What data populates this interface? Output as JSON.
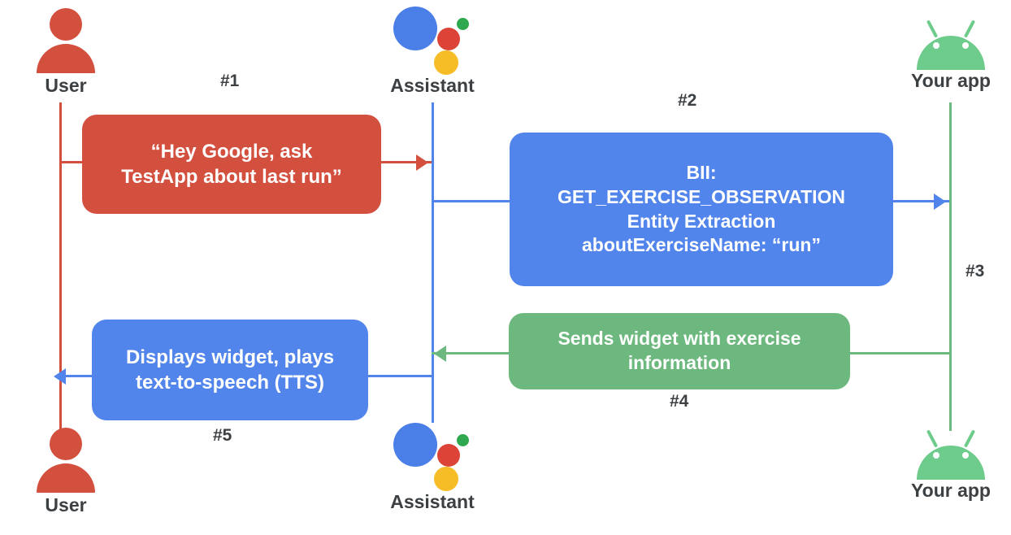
{
  "diagram": {
    "title": "Google Assistant App Action sequence",
    "colors": {
      "red": "#D3503F",
      "blue": "#5285EC",
      "green": "#6DB87E",
      "assistant_blue": "#4A7FE8",
      "assistant_red": "#DB4437",
      "assistant_green": "#2FA84F",
      "assistant_yellow": "#F6BD27",
      "android_green": "#6DCB8B",
      "text_dark": "#3C4043",
      "background": "#FFFFFF"
    }
  },
  "actors": {
    "user_top": {
      "label": "User",
      "icon": "user-icon"
    },
    "assistant_top": {
      "label": "Assistant",
      "icon": "google-assistant-icon"
    },
    "app_top": {
      "label": "Your app",
      "icon": "android-icon"
    },
    "user_bottom": {
      "label": "User",
      "icon": "user-icon"
    },
    "assistant_bottom": {
      "label": "Assistant",
      "icon": "google-assistant-icon"
    },
    "app_bottom": {
      "label": "Your app",
      "icon": "android-icon"
    }
  },
  "steps": [
    {
      "id": "step1",
      "number": "#1",
      "color": "red",
      "from": "User",
      "to": "Assistant",
      "lines": [
        "“Hey Google, ask",
        "TestApp about last run”"
      ]
    },
    {
      "id": "step2",
      "number": "#2",
      "color": "blue",
      "from": "Assistant",
      "to": "Your app",
      "lines": [
        "BII:",
        "GET_EXERCISE_OBSERVATION",
        "Entity Extraction",
        "aboutExerciseName: “run”"
      ]
    },
    {
      "id": "step3",
      "number": "#3",
      "color": "blue",
      "from": "Assistant",
      "to": "Your app",
      "lines": []
    },
    {
      "id": "step4",
      "number": "#4",
      "color": "green",
      "from": "Your app",
      "to": "Assistant",
      "lines": [
        "Sends widget with exercise",
        "information"
      ]
    },
    {
      "id": "step5",
      "number": "#5",
      "color": "blue",
      "from": "Assistant",
      "to": "User",
      "lines": [
        "Displays widget, plays",
        "text-to-speech (TTS)"
      ]
    }
  ]
}
